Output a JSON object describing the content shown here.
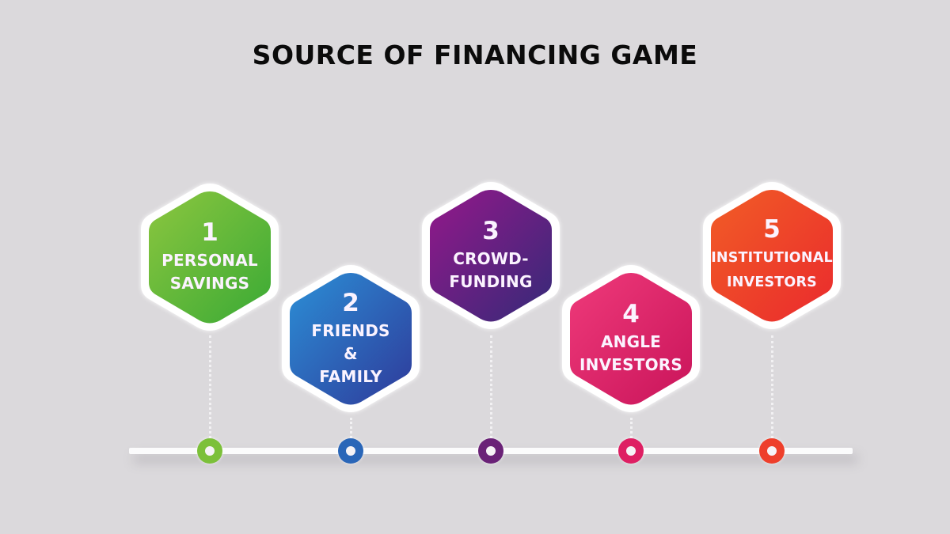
{
  "title": "SOURCE OF FINANCING GAME",
  "colors": {
    "background": "#dbd9dc",
    "title": "#0b0b0b",
    "timeline": "#fbfbfc"
  },
  "steps": [
    {
      "number": "1",
      "label_line1": "PERSONAL",
      "label_line2": "SAVINGS",
      "label_line3": "",
      "color_start": "#8cc63f",
      "color_end": "#3aaa35",
      "dot_color": "#7cc03a",
      "position": "top"
    },
    {
      "number": "2",
      "label_line1": "FRIENDS",
      "label_line2": "&",
      "label_line3": "FAMILY",
      "color_start": "#2c8fd6",
      "color_end": "#2e3a9a",
      "dot_color": "#2a66b8",
      "position": "bottom"
    },
    {
      "number": "3",
      "label_line1": "CROWD-",
      "label_line2": "FUNDING",
      "label_line3": "",
      "color_start": "#8e1a8a",
      "color_end": "#3a2a7a",
      "dot_color": "#6a2277",
      "position": "top"
    },
    {
      "number": "4",
      "label_line1": "ANGLE",
      "label_line2": "INVESTORS",
      "label_line3": "",
      "color_start": "#ef3779",
      "color_end": "#cc1558",
      "dot_color": "#de1f63",
      "position": "bottom"
    },
    {
      "number": "5",
      "label_line1": "INSTITUTIONAL",
      "label_line2": "INVESTORS",
      "label_line3": "",
      "color_start": "#f05a28",
      "color_end": "#ec2a2a",
      "dot_color": "#ee3f2b",
      "position": "top"
    }
  ]
}
